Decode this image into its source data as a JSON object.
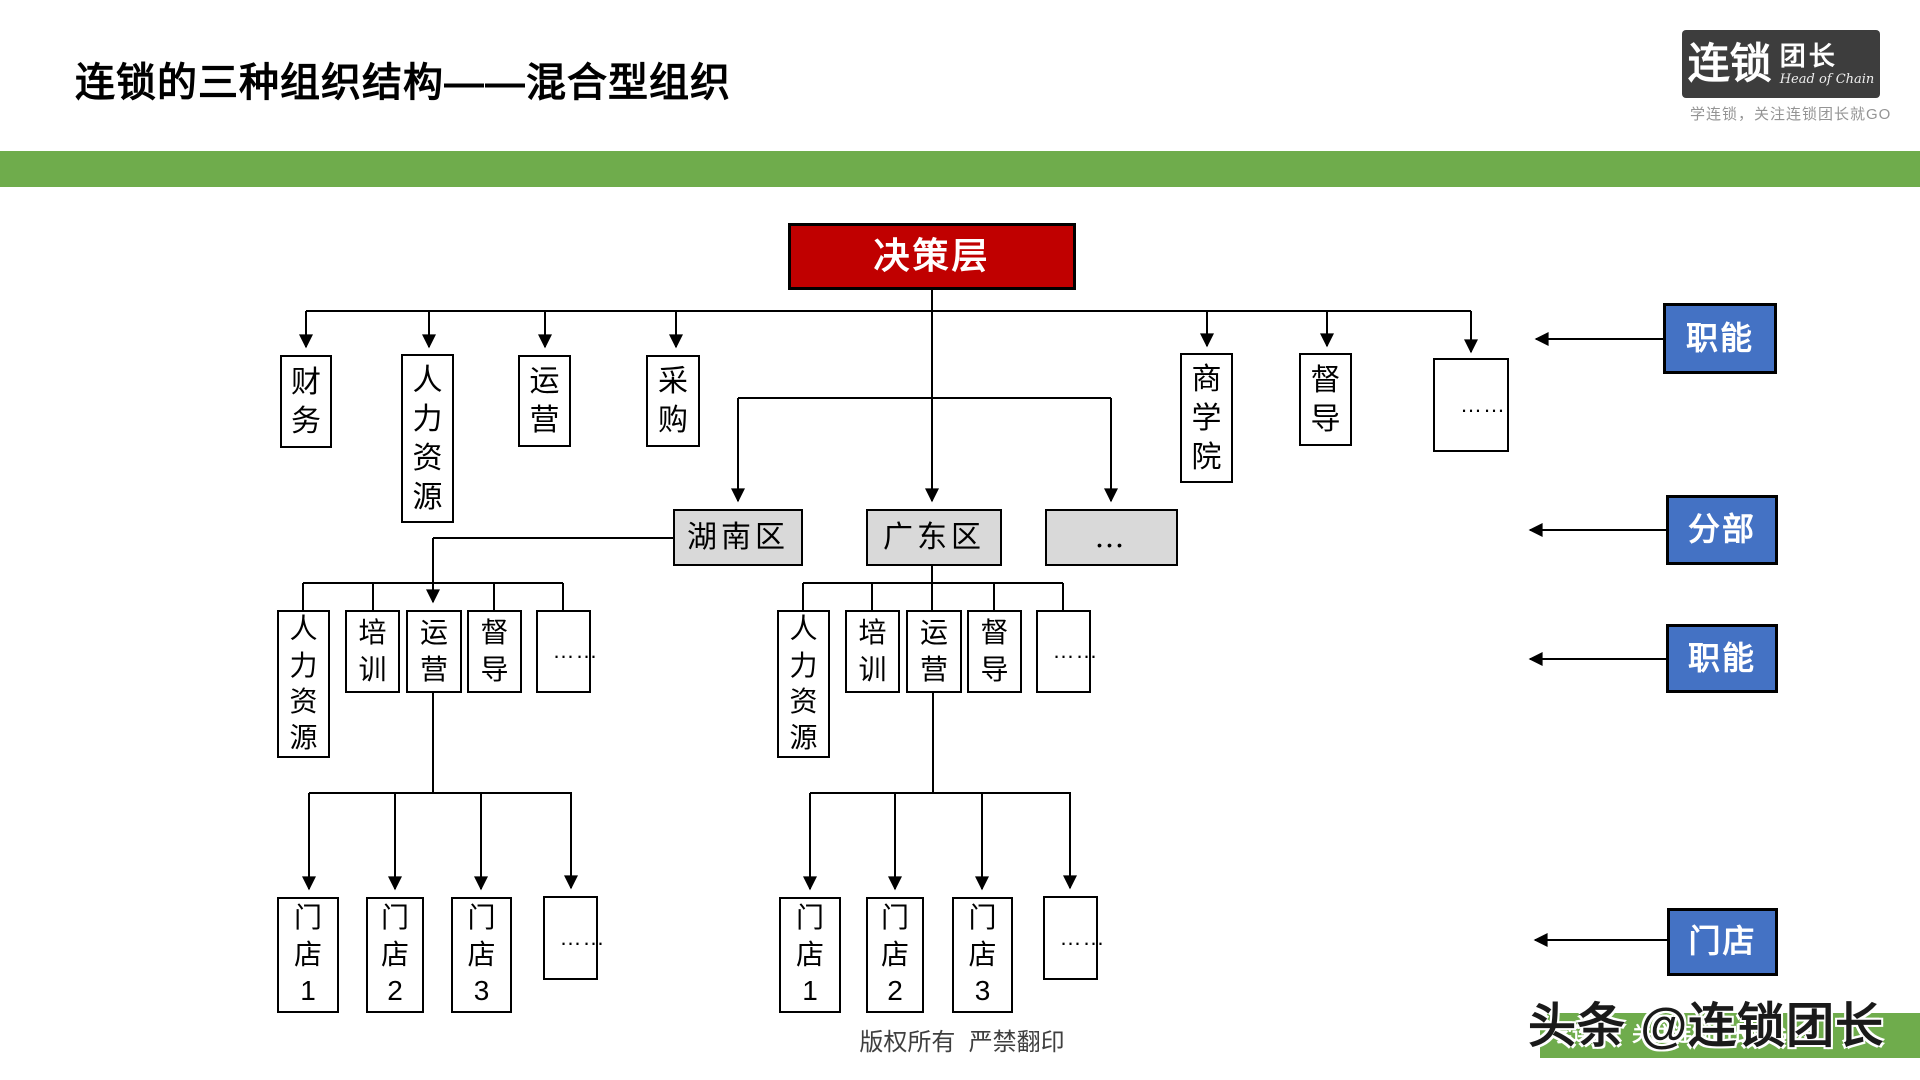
{
  "header": {
    "title": "连锁的三种组织结构——混合型组织",
    "logo": {
      "brand_bold": "连锁",
      "brand_outline": "团长",
      "brand_sub": "Head of Chain",
      "slogan": "学连锁，关注连锁团长就GO"
    }
  },
  "org": {
    "root": "决策层",
    "hq_functions": [
      "财务",
      "人力资源",
      "运营",
      "采购",
      "商学院",
      "督导",
      "……"
    ],
    "branches": [
      "湖南区",
      "广东区",
      "…"
    ],
    "hunan": {
      "functions": [
        "人力资源",
        "培训",
        "运营",
        "督导",
        "……"
      ],
      "stores": [
        "门店1",
        "门店2",
        "门店3",
        "……"
      ]
    },
    "guangdong": {
      "functions": [
        "人力资源",
        "培训",
        "运营",
        "督导",
        "……"
      ],
      "stores": [
        "门店1",
        "门店2",
        "门店3",
        "……"
      ]
    },
    "side_labels": {
      "functions_top": "职能",
      "division": "分部",
      "functions_branch": "职能",
      "stores": "门店"
    }
  },
  "footer": {
    "copyright": "版权所有  严禁翻印",
    "watermark_handle": "头条 @连锁团长",
    "watermark_slogan": "学连锁，关注连锁团长就GO"
  },
  "colors": {
    "accent_red": "#C00000",
    "accent_blue": "#4472C4",
    "branch_gray": "#D9D9D9",
    "band_green": "#6FAC4C",
    "logo_dark": "#3D3D3D"
  }
}
